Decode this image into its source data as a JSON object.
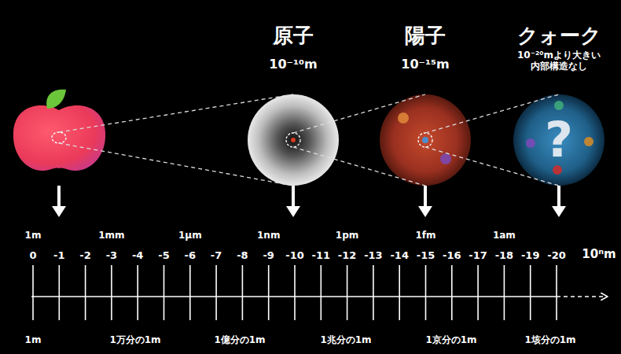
{
  "diagram": {
    "nodes": [
      {
        "text": [
          "原子",
          "10⁻¹⁰m"
        ]
      },
      {
        "text": [
          "陽子",
          "10⁻¹⁵m"
        ]
      },
      {
        "text": [
          "クォーク",
          "10⁻²⁰mより大きい 内部構造なし",
          "?"
        ]
      }
    ],
    "labels": [
      "1m",
      "1mm",
      "1µm",
      "1nm",
      "1pm",
      "1fm",
      "1am",
      "0",
      "-1",
      "-2",
      "-3",
      "-4",
      "-5",
      "-6",
      "-7",
      "-8",
      "-9",
      "-10",
      "-11",
      "-12",
      "-13",
      "-14",
      "-15",
      "-16",
      "-17",
      "-18",
      "-19",
      "-20",
      "10ⁿm",
      "1m",
      "1万分の1m",
      "1億分の1m",
      "1兆分の1m",
      "1京分の1m",
      "1垓分の1m"
    ]
  }
}
